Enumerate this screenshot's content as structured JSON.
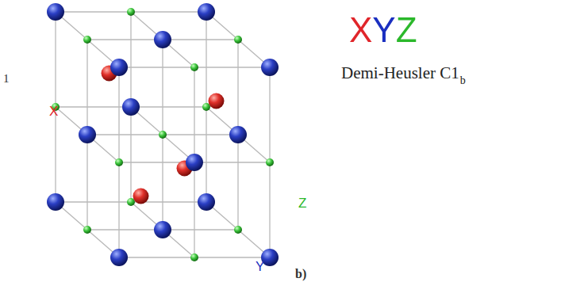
{
  "diagram": {
    "labels": [
      "1",
      "X",
      "Z",
      "Y",
      "XYZ",
      "Demi-Heusler C1",
      "b",
      "b)"
    ]
  }
}
